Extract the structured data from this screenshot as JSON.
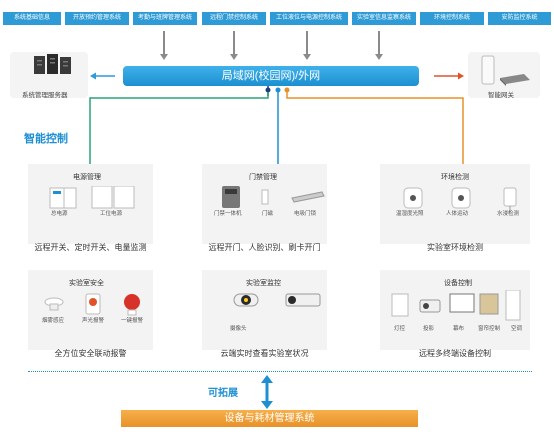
{
  "tabs": [
    "系统基础信息",
    "开放预约管理系统",
    "考勤与班牌管理系统",
    "远程门禁控制系统",
    "工位液位与电源控制系统",
    "实验室信息监察系统",
    "环境控制系统",
    "安防监控系统"
  ],
  "network": "局域网(校园网)/外网",
  "server_label": "系统管理服务器",
  "gateway_label": "智能网关",
  "section_title": "智能控制",
  "cards": [
    {
      "title": "电源管理",
      "caption": "远程开关、定时开关、电量监测",
      "devices": [
        "总电源",
        "工位电源"
      ]
    },
    {
      "title": "门禁管理",
      "caption": "远程开门、人脸识别、刷卡开门",
      "devices": [
        "门禁一体机",
        "门磁",
        "电吸门锁"
      ]
    },
    {
      "title": "环境检测",
      "caption": "实验室环境检测",
      "devices": [
        "温湿度光照",
        "人体运动",
        "水浸检测"
      ]
    },
    {
      "title": "实验室安全",
      "caption": "全方位安全联动报警",
      "devices": [
        "烟雾感应",
        "声光报警",
        "一键报警"
      ]
    },
    {
      "title": "实验室监控",
      "caption": "云端实时查看实验室状况",
      "devices": [
        "摄像头"
      ]
    },
    {
      "title": "设备控制",
      "caption": "远程多终端设备控制",
      "devices": [
        "灯控",
        "投影",
        "幕布",
        "窗帘控制",
        "空调"
      ]
    }
  ],
  "expand_label": "可拓展",
  "bottom_system": "设备与耗材管理系统",
  "colors": {
    "primary": "#1e90d2",
    "tab": "#2f9bd6",
    "orange": "#e8912a",
    "green": "#2aa37a",
    "gray_line": "#8a8a8a",
    "red_arrow": "#e0522a"
  }
}
